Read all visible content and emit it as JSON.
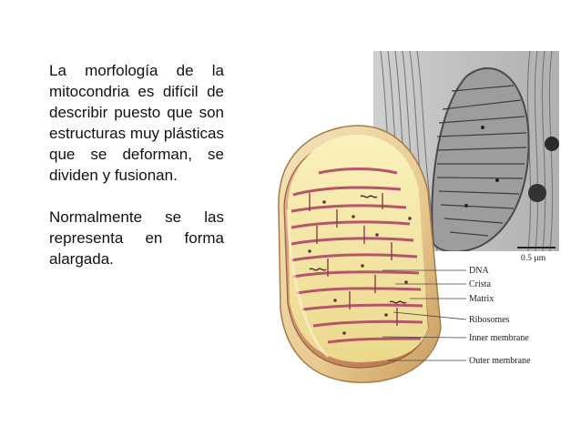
{
  "text": {
    "paragraph1": "La morfología de la mitocondria es difícil de describir puesto que son estructuras muy plásticas que se deforman, se dividen y fusionan.",
    "paragraph2": "Normalmente se las representa en forma alargada."
  },
  "figure": {
    "scale_bar": "0.5 µm",
    "labels": [
      "DNA",
      "Crista",
      "Matrix",
      "Ribosomes",
      "Inner membrane",
      "Outer membrane"
    ]
  },
  "colors": {
    "outer_membrane": "#e8cf9a",
    "inner_membrane": "#c98a5e",
    "matrix": "#f2e6a0",
    "cristae": "#b5546a",
    "micrograph": "#bdbdbd"
  }
}
